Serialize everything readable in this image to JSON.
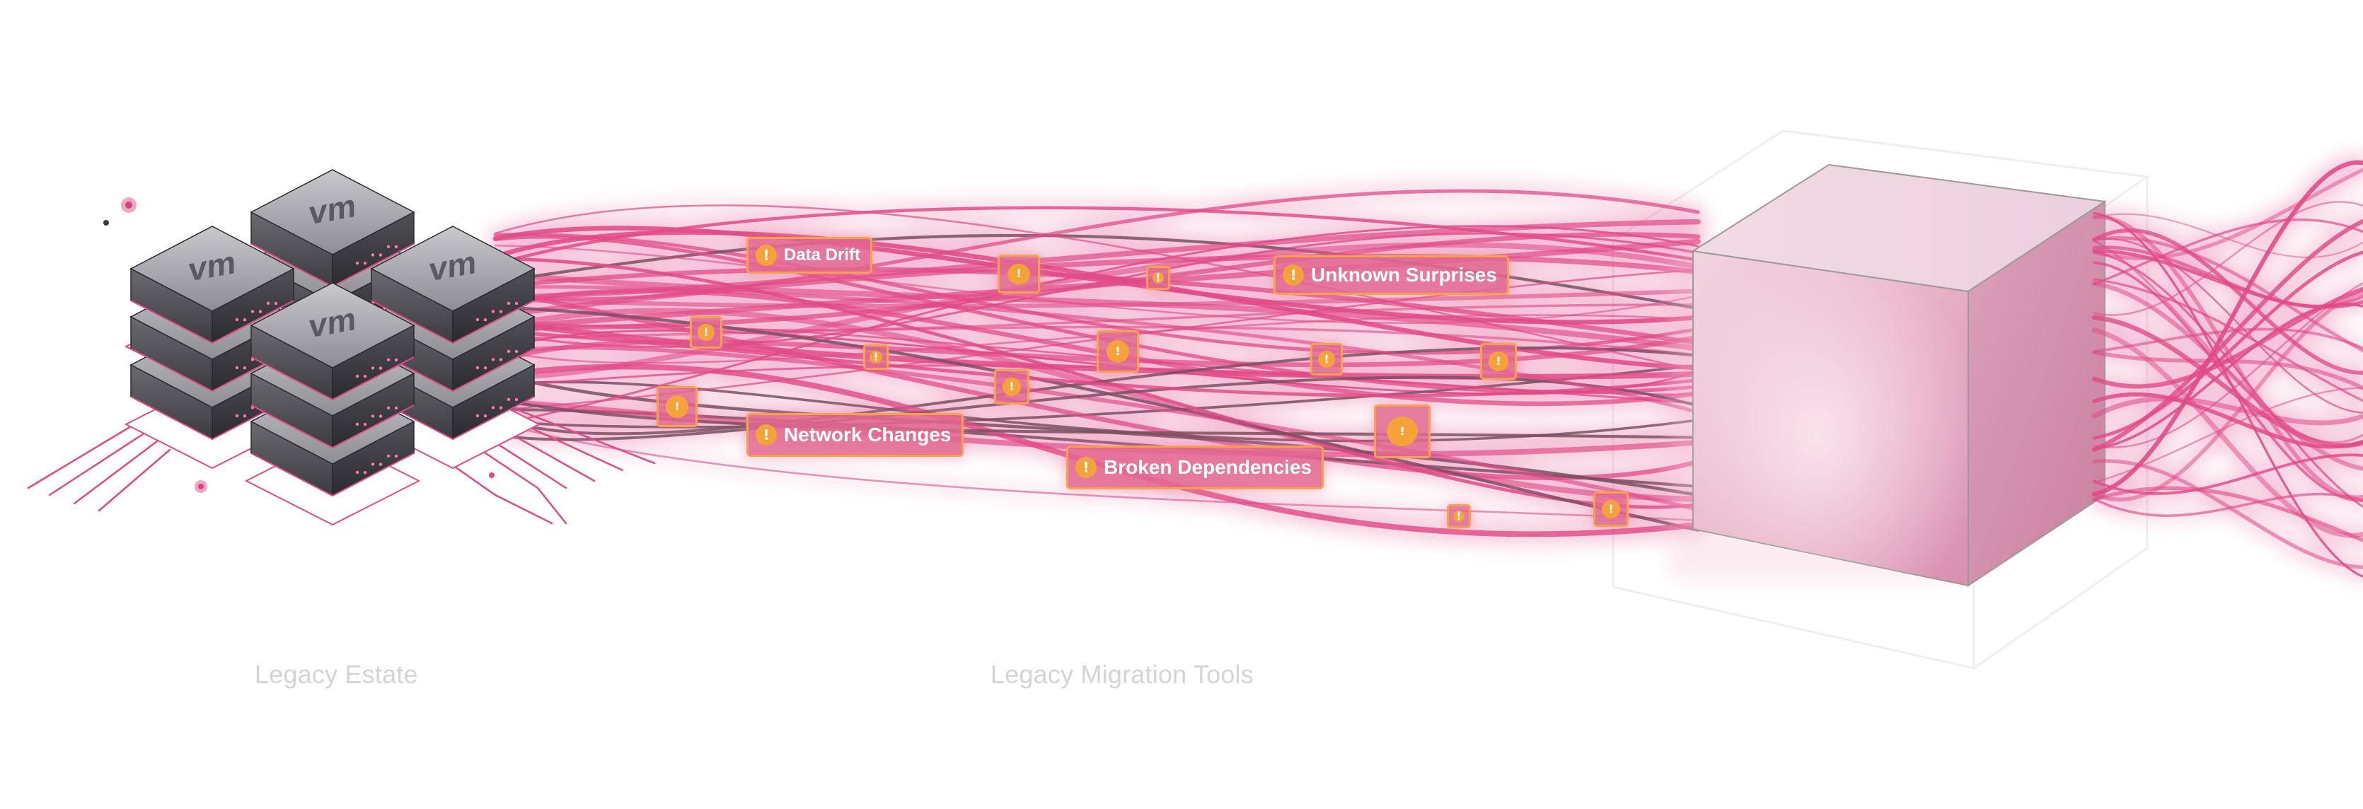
{
  "labels": {
    "legacy_estate": "Legacy Estate",
    "legacy_migration_tools": "Legacy Migration Tools"
  },
  "server_logo": "vm",
  "warnings": {
    "data_drift": "Data Drift",
    "unknown_surprises": "Unknown Surprises",
    "network_changes": "Network Changes",
    "broken_dependencies": "Broken Dependencies"
  },
  "icons": {
    "warning": "warning-icon",
    "server": "vm-server-icon",
    "target": "cube-icon"
  },
  "colors": {
    "stream": "#e14a86",
    "stream_dark": "#7a5060",
    "warning_border": "#f6a24a",
    "warning_fill": "#e26892",
    "cube": "#e9b4c9",
    "label_gray": "#d4d4d4"
  }
}
